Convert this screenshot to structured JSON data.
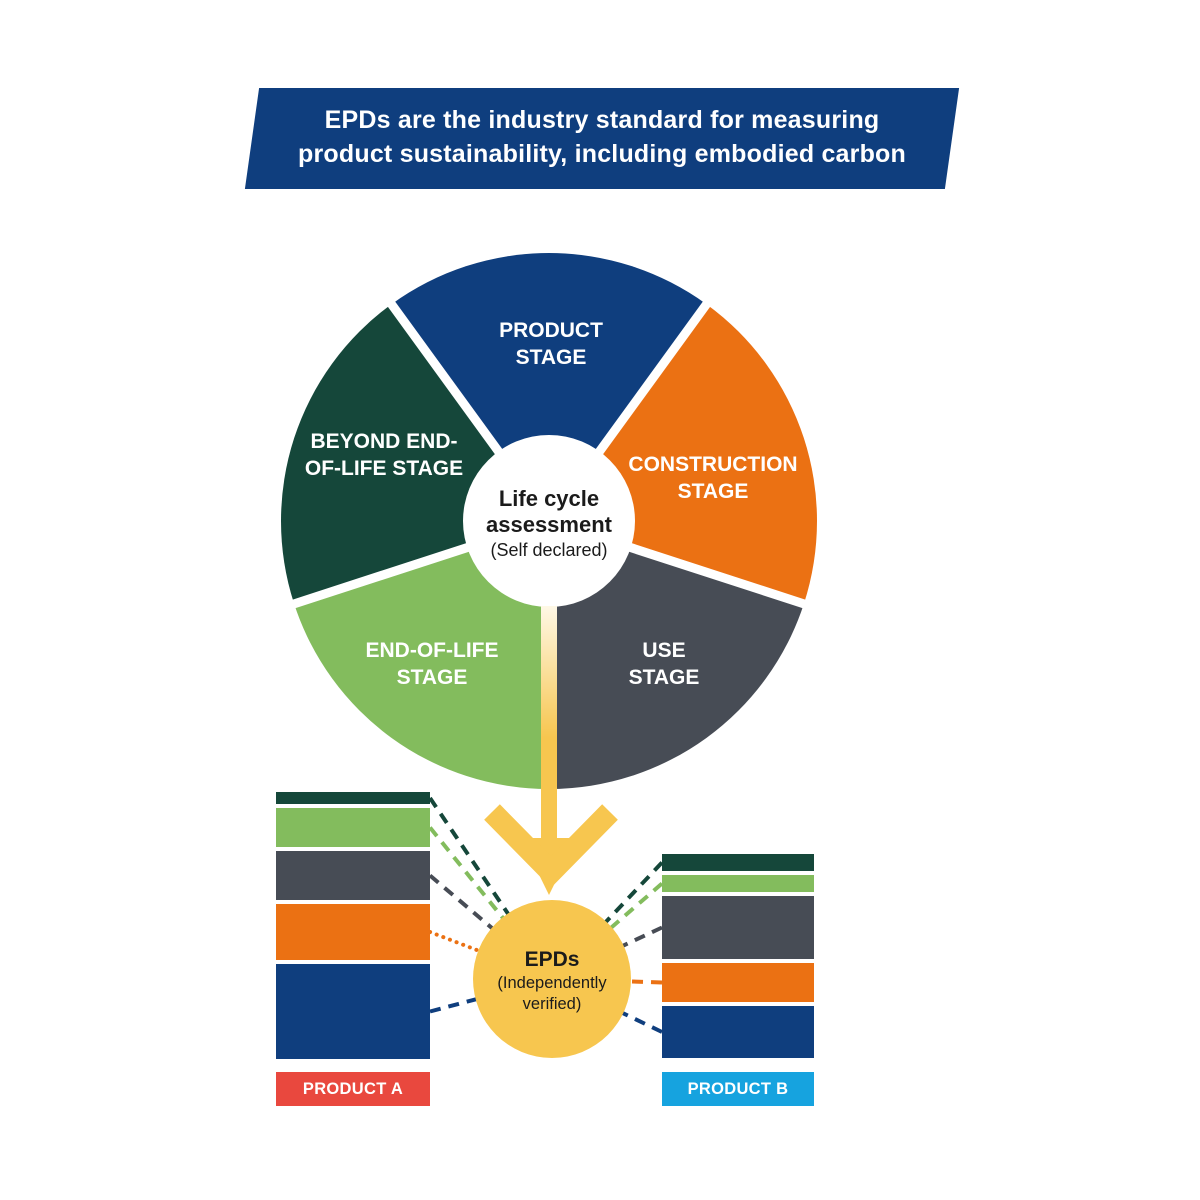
{
  "colors": {
    "navy": "#0F3E7E",
    "orange": "#EB7113",
    "gray": "#474C55",
    "light_green": "#83BC5D",
    "dark_green": "#15473A",
    "yellow": "#F7C64F",
    "red": "#E9483E",
    "light_blue": "#16A3DF",
    "banner_bg": "#0F3E7E",
    "background": "#FFFFFF"
  },
  "banner": {
    "line1": "EPDs are the industry standard for measuring",
    "line2": "product sustainability, including embodied carbon"
  },
  "wheel": {
    "center_label": {
      "line1": "Life cycle",
      "line2": "assessment",
      "line3": "(Self declared)"
    },
    "segments": [
      {
        "name": "Product stage",
        "lines": [
          "PRODUCT",
          "STAGE"
        ],
        "color": "#0F3E7E"
      },
      {
        "name": "Construction stage",
        "lines": [
          "CONSTRUCTION",
          "STAGE"
        ],
        "color": "#EB7113"
      },
      {
        "name": "Use stage",
        "lines": [
          "USE",
          "STAGE"
        ],
        "color": "#474C55"
      },
      {
        "name": "End-of-life stage",
        "lines": [
          "END-OF-LIFE",
          "STAGE"
        ],
        "color": "#83BC5D"
      },
      {
        "name": "Beyond end-of-life stage",
        "lines": [
          "BEYOND END-",
          "OF-LIFE STAGE"
        ],
        "color": "#15473A"
      }
    ]
  },
  "epd_badge": {
    "title": "EPDs",
    "subtitle_line1": "(Independently",
    "subtitle_line2": "verified)",
    "color": "#F7C64F"
  },
  "products": [
    {
      "label": "PRODUCT A",
      "label_color": "#E9483E"
    },
    {
      "label": "PRODUCT B",
      "label_color": "#16A3DF"
    }
  ],
  "chart_data": {
    "type": "bar",
    "subtype": "stacked-comparison",
    "description": "Relative life-cycle stage contributions for two products shown as stacked bars; each stage segment connects with a dashed leader line into the EPDs circle.",
    "categories": [
      "PRODUCT A",
      "PRODUCT B"
    ],
    "stages_top_to_bottom": [
      "Beyond end-of-life stage",
      "End-of-life stage",
      "Use stage",
      "Construction stage",
      "Product stage"
    ],
    "stage_colors": [
      "#15473A",
      "#83BC5D",
      "#474C55",
      "#EB7113",
      "#0F3E7E"
    ],
    "series": [
      {
        "name": "PRODUCT A",
        "values": [
          12,
          39,
          49,
          56,
          95
        ]
      },
      {
        "name": "PRODUCT B",
        "values": [
          17,
          17,
          63,
          39,
          52
        ]
      }
    ],
    "unit": "relative height (no numeric axis shown)",
    "legend_position": "none",
    "grid": false
  }
}
